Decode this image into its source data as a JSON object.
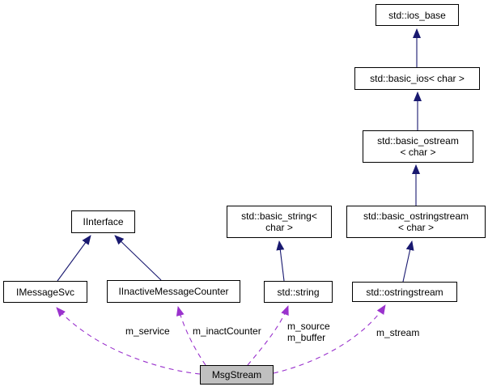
{
  "diagram": {
    "type": "collaboration-graph",
    "colors": {
      "inheritance": "#191970",
      "usage": "#9a32cd",
      "node_border": "#000000",
      "node_fill": "#ffffff",
      "highlight_fill": "#c0c0c0"
    },
    "nodes": [
      {
        "id": "std-ios-base",
        "label": "std::ios_base"
      },
      {
        "id": "std-basic-ios",
        "label": "std::basic_ios< char >"
      },
      {
        "id": "std-basic-ostream",
        "label": "std::basic_ostream\n< char >"
      },
      {
        "id": "std-basic-ostringstream",
        "label": "std::basic_ostringstream\n< char >"
      },
      {
        "id": "std-basic-string",
        "label": "std::basic_string<\nchar >"
      },
      {
        "id": "std-string",
        "label": "std::string"
      },
      {
        "id": "std-ostringstream",
        "label": "std::ostringstream"
      },
      {
        "id": "iinterface",
        "label": "IInterface"
      },
      {
        "id": "imessagesvc",
        "label": "IMessageSvc"
      },
      {
        "id": "iinactivemessagecounter",
        "label": "IInactiveMessageCounter"
      },
      {
        "id": "msgstream",
        "label": "MsgStream",
        "highlighted": true
      }
    ],
    "edge_labels": {
      "m_service": "m_service",
      "m_inactCounter": "m_inactCounter",
      "m_source_m_buffer": "m_source\nm_buffer",
      "m_stream": "m_stream"
    }
  }
}
